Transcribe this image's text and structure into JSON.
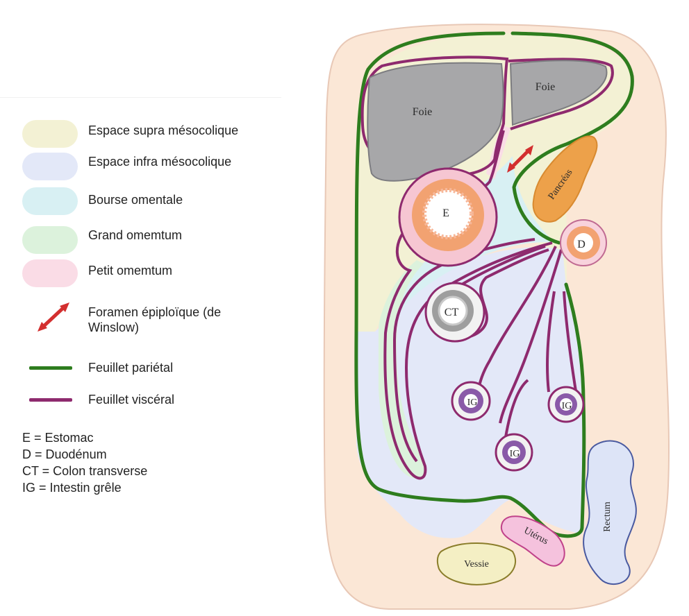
{
  "legend": {
    "items": [
      {
        "label": "Espace supra mésocolique",
        "color": "#f3f1d4"
      },
      {
        "label": "Espace infra mésocolique",
        "color": "#e3e8f8"
      },
      {
        "label": "Bourse omentale",
        "color": "#d8f0f3"
      },
      {
        "label": "Grand omemtum",
        "color": "#dcf2dc"
      },
      {
        "label": "Petit omemtum",
        "color": "#fadce6"
      }
    ],
    "foramen_label_line1": "Foramen épiploïque (de",
    "foramen_label_line2": "Winslow)",
    "parietal_label": "Feuillet pariétal",
    "visceral_label": "Feuillet viscéral",
    "parietal_color": "#2e7d1e",
    "visceral_color": "#8e2a6e",
    "foramen_color": "#d32f2f",
    "abbreviations": [
      "E = Estomac",
      "D = Duodénum",
      "CT = Colon transverse",
      "IG = Intestin grêle"
    ]
  },
  "diagram": {
    "labels": {
      "foie_left": "Foie",
      "foie_right": "Foie",
      "estomac": "E",
      "pancreas": "Pancréas",
      "duodenum": "D",
      "colon": "CT",
      "ig1": "IG",
      "ig2": "IG",
      "ig3": "IG",
      "uterus": "Utérus",
      "vessie": "Vessie",
      "rectum": "Rectum"
    },
    "colors": {
      "body": "#fbe7d6",
      "supra": "#f3f1d4",
      "infra": "#e3e8f8",
      "bourse": "#d8f0f3",
      "grand_omentum": "#dcf2dc",
      "liver": "#a7a7a9",
      "stomach": "#f2a271",
      "pancreas": "#eda14a",
      "uterus": "#f5c2dd",
      "vessie": "#f4efc4",
      "rectum": "#dde4f7"
    }
  }
}
